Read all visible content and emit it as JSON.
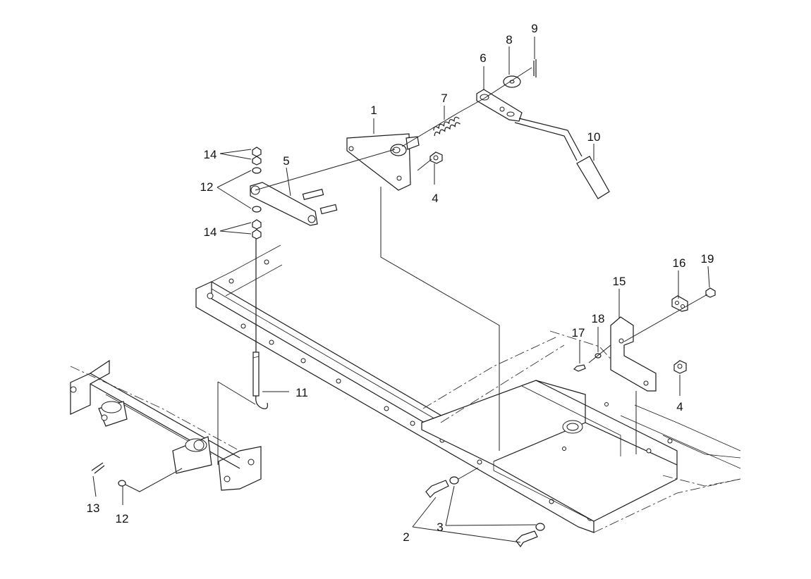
{
  "callouts": [
    {
      "id": "c1",
      "text": "1"
    },
    {
      "id": "c2",
      "text": "2"
    },
    {
      "id": "c3",
      "text": "3"
    },
    {
      "id": "c4a",
      "text": "4"
    },
    {
      "id": "c4b",
      "text": "4"
    },
    {
      "id": "c5",
      "text": "5"
    },
    {
      "id": "c6",
      "text": "6"
    },
    {
      "id": "c7",
      "text": "7"
    },
    {
      "id": "c8",
      "text": "8"
    },
    {
      "id": "c9",
      "text": "9"
    },
    {
      "id": "c10",
      "text": "10"
    },
    {
      "id": "c11",
      "text": "11"
    },
    {
      "id": "c12a",
      "text": "12"
    },
    {
      "id": "c12b",
      "text": "12"
    },
    {
      "id": "c13",
      "text": "13"
    },
    {
      "id": "c14a",
      "text": "14"
    },
    {
      "id": "c14b",
      "text": "14"
    },
    {
      "id": "c15",
      "text": "15"
    },
    {
      "id": "c16",
      "text": "16"
    },
    {
      "id": "c17",
      "text": "17"
    },
    {
      "id": "c18",
      "text": "18"
    },
    {
      "id": "c19",
      "text": "19"
    }
  ]
}
